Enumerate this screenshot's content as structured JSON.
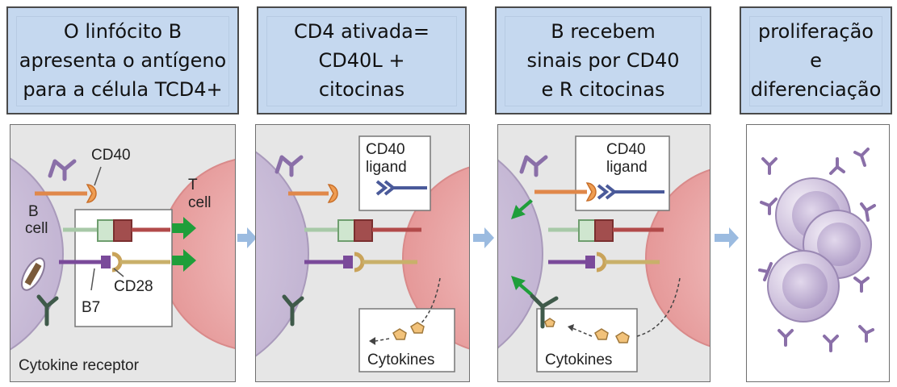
{
  "headers": [
    {
      "text": "O linfócito B\napresenta o antígeno\npara a célula TCD4+"
    },
    {
      "text": "CD4 ativada=\nCD40L +\ncitocinas"
    },
    {
      "text": "B recebem\nsinais por CD40\ne R citocinas"
    },
    {
      "text": "proliferação\ne\ndiferenciação"
    }
  ],
  "panel1": {
    "cd40": "CD40",
    "b_cell_1": "B",
    "b_cell_2": "cell",
    "t_cell_1": "T",
    "t_cell_2": "cell",
    "cd28": "CD28",
    "b7": "B7",
    "cytokine_receptor": "Cytokine receptor"
  },
  "panel2": {
    "cd40_ligand_1": "CD40",
    "cd40_ligand_2": "ligand",
    "cytokines": "Cytokines"
  },
  "panel3": {
    "cd40_ligand_1": "CD40",
    "cd40_ligand_2": "ligand",
    "cytokines": "Cytokines"
  },
  "colors": {
    "header_fill": "#c5d8ef",
    "b_cell": "#c9bcd6",
    "t_cell": "#e8a3a3",
    "green_arrow": "#1f9e3a",
    "flow_arrow": "#9bbbe0"
  }
}
